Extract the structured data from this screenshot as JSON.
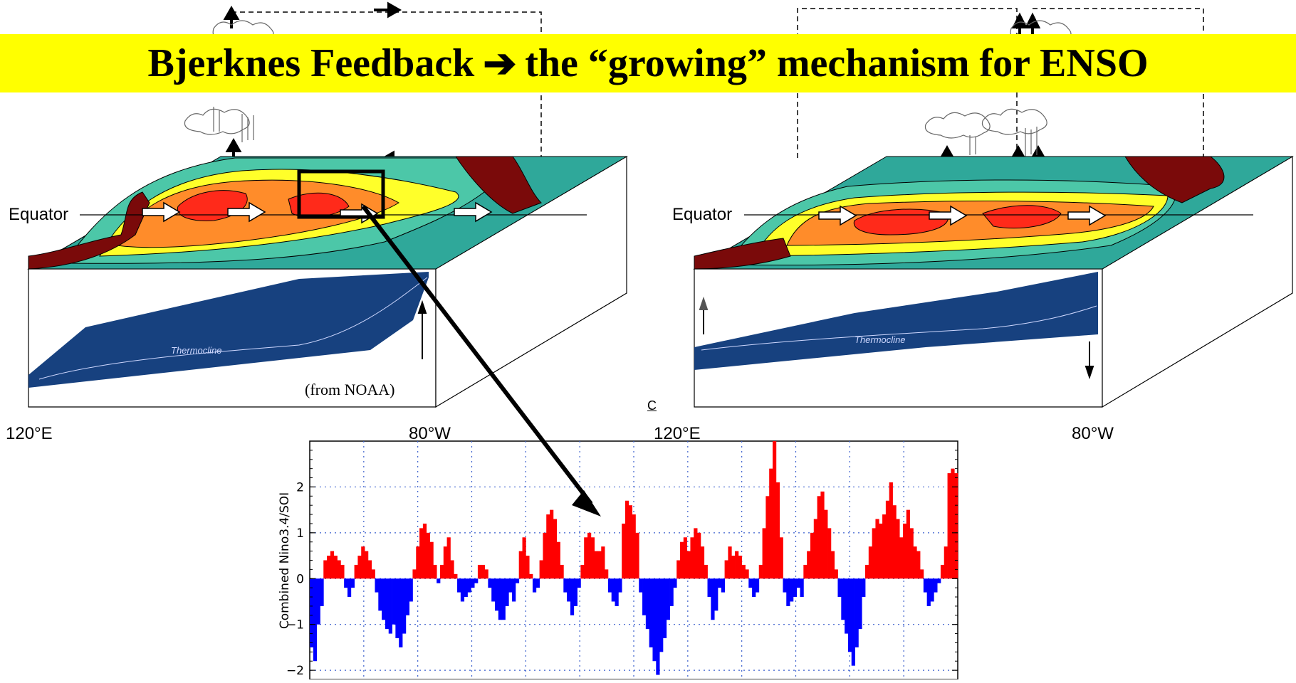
{
  "title": {
    "left": "Bjerknes Feedback",
    "arrow": "➔",
    "right": "the “growing” mechanism for ENSO"
  },
  "left_diagram": {
    "equator_label": "Equator",
    "lon_west": "120°E",
    "lon_east": "80°W",
    "thermocline_label": "Thermocline",
    "credit": "(from NOAA)"
  },
  "right_diagram": {
    "equator_label": "Equator",
    "lon_west": "120°E",
    "lon_east": "80°W",
    "thermocline_label": "Thermocline",
    "corner_mark": "C"
  },
  "colors": {
    "banner": "#ffff00",
    "warmest": "#ff2a1a",
    "warm": "#ff8c2a",
    "mild": "#ffff2a",
    "cool": "#4cc7a8",
    "cold": "#0f8ea0",
    "land": "#7a0a0a",
    "thermocline": "#17417f",
    "positive_bar": "#ff0000",
    "negative_bar": "#0000ff"
  },
  "chart_data": {
    "type": "bar",
    "ylabel": "Combined Nino3.4/SOI",
    "ylim": [
      -2.2,
      3.0
    ],
    "yticks": [
      -2,
      -1,
      0,
      1,
      2
    ],
    "grid": true,
    "values": [
      -1.5,
      -1.8,
      -1.0,
      -0.6,
      0.4,
      0.5,
      0.6,
      0.5,
      0.4,
      0.3,
      -0.2,
      -0.4,
      -0.2,
      0.3,
      0.5,
      0.7,
      0.6,
      0.4,
      0.2,
      -0.3,
      -0.7,
      -0.9,
      -1.1,
      -1.2,
      -1.0,
      -1.3,
      -1.5,
      -1.2,
      -0.8,
      -0.5,
      0.2,
      0.7,
      1.1,
      1.2,
      1.0,
      0.8,
      0.3,
      -0.1,
      0.3,
      0.7,
      0.9,
      0.4,
      0.1,
      -0.3,
      -0.5,
      -0.4,
      -0.3,
      -0.2,
      -0.1,
      0.3,
      0.3,
      0.2,
      -0.2,
      -0.5,
      -0.7,
      -0.9,
      -0.9,
      -0.6,
      -0.3,
      -0.5,
      -0.1,
      0.6,
      0.9,
      0.5,
      0.1,
      -0.3,
      -0.2,
      0.4,
      1.0,
      1.4,
      1.5,
      1.3,
      0.8,
      0.3,
      -0.3,
      -0.5,
      -0.8,
      -0.6,
      -0.2,
      0.3,
      0.9,
      1.0,
      0.9,
      0.6,
      0.6,
      0.7,
      0.2,
      -0.3,
      -0.5,
      -0.6,
      -0.3,
      1.2,
      1.7,
      1.6,
      1.4,
      1.0,
      -0.3,
      -0.8,
      -1.1,
      -1.5,
      -1.8,
      -2.1,
      -1.6,
      -1.3,
      -0.9,
      -0.6,
      -0.2,
      0.4,
      0.8,
      0.9,
      0.6,
      0.9,
      1.1,
      1.0,
      0.7,
      0.3,
      -0.4,
      -0.9,
      -0.7,
      -0.2,
      -0.3,
      0.4,
      0.7,
      0.5,
      0.6,
      0.5,
      0.3,
      0.2,
      -0.2,
      -0.4,
      -0.3,
      0.3,
      1.1,
      1.8,
      2.4,
      3.0,
      2.1,
      0.9,
      -0.3,
      -0.6,
      -0.5,
      -0.4,
      -0.2,
      -0.4,
      0.3,
      0.6,
      1.0,
      1.3,
      1.8,
      1.9,
      1.5,
      1.1,
      0.6,
      0.2,
      -0.4,
      -0.9,
      -1.2,
      -1.6,
      -1.9,
      -1.5,
      -1.1,
      -0.4,
      0.3,
      0.7,
      1.1,
      1.3,
      1.2,
      1.4,
      1.7,
      2.1,
      1.6,
      1.3,
      0.9,
      1.2,
      1.5,
      1.1,
      0.7,
      0.6,
      0.2,
      -0.3,
      -0.6,
      -0.5,
      -0.3,
      -0.1,
      0.3,
      0.7,
      2.3,
      2.4,
      2.3
    ]
  }
}
